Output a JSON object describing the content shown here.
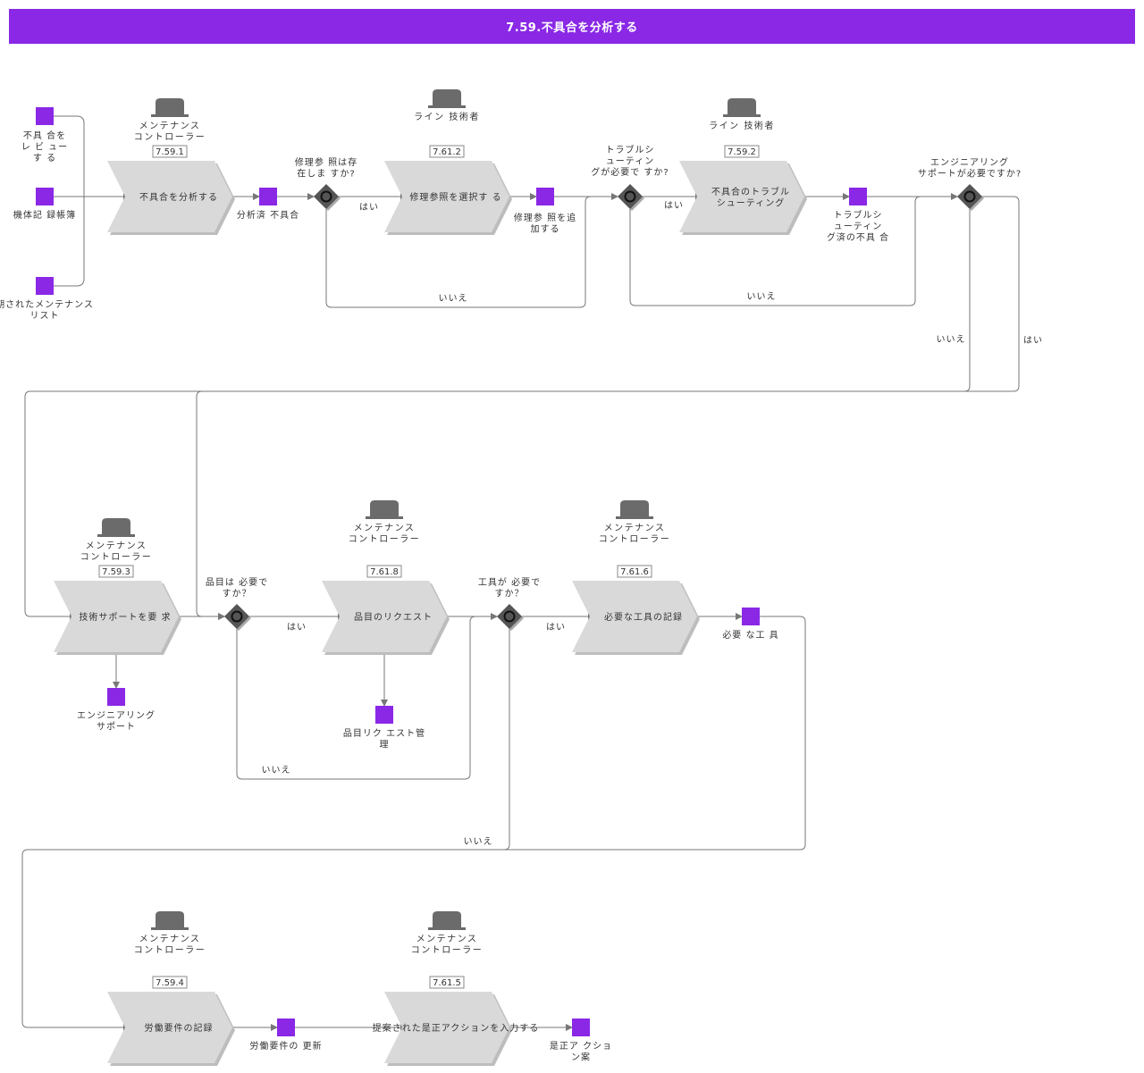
{
  "title": "7.59.不具合を分析する",
  "processes": [
    {
      "id": "p1",
      "label": "不具合を分析する",
      "code": "7.59.1",
      "role": [
        "メンテナンス",
        "コントローラー"
      ]
    },
    {
      "id": "p2",
      "label": "修理参照を選択す る",
      "code": "7.61.2",
      "role": [
        "ライン 技術者"
      ]
    },
    {
      "id": "p3",
      "label": [
        "不具合のトラブル",
        "シューティング"
      ],
      "code": "7.59.2",
      "role": [
        "ライン 技術者"
      ]
    },
    {
      "id": "p4",
      "label": "技術サポートを要 求",
      "code": "7.59.3",
      "role": [
        "メンテナンス",
        "コントローラー"
      ]
    },
    {
      "id": "p5",
      "label": "品目のリクエスト",
      "code": "7.61.8",
      "role": [
        "メンテナンス",
        "コントローラー"
      ]
    },
    {
      "id": "p6",
      "label": "必要な工具の記録",
      "code": "7.61.6",
      "role": [
        "メンテナンス",
        "コントローラー"
      ]
    },
    {
      "id": "p7",
      "label": "労働要件の記録",
      "code": "7.59.4",
      "role": [
        "メンテナンス",
        "コントローラー"
      ]
    },
    {
      "id": "p8",
      "label": "提案された是正アクションを入力する",
      "code": "7.61.5",
      "role": [
        "メンテナンス",
        "コントローラー"
      ]
    }
  ],
  "documents": [
    {
      "id": "d1",
      "label": [
        "不具 合を",
        "レ ビ ュー",
        "す る"
      ]
    },
    {
      "id": "d2",
      "label": [
        "機体記 録帳簿"
      ]
    },
    {
      "id": "d3",
      "label": [
        "期されたメンテナンス",
        "リスト"
      ]
    },
    {
      "id": "d4",
      "label": [
        "分析済 不具合"
      ]
    },
    {
      "id": "d5",
      "label": [
        "修理参 照を追",
        "加する"
      ]
    },
    {
      "id": "d6",
      "label": [
        "トラブルシ",
        "ューティン",
        "グ済の不具 合"
      ]
    },
    {
      "id": "d7",
      "label": [
        "エンジニアリング",
        "サポート"
      ]
    },
    {
      "id": "d8",
      "label": [
        "品目リク エスト管",
        "理"
      ]
    },
    {
      "id": "d9",
      "label": [
        "必要 な工 具"
      ]
    },
    {
      "id": "d10",
      "label": [
        "労働要件の 更新"
      ]
    },
    {
      "id": "d11",
      "label": [
        "是正ア クショ",
        "ン案"
      ]
    }
  ],
  "decisions": [
    {
      "id": "g1",
      "label": [
        "修理参 照は存",
        "在しま すか?"
      ]
    },
    {
      "id": "g2",
      "label": [
        "トラブルシ",
        "ューティン",
        "グが必要で すか?"
      ]
    },
    {
      "id": "g3",
      "label": [
        "エンジニアリング",
        "サポートが必要ですか?"
      ]
    },
    {
      "id": "g4",
      "label": [
        "品目は 必要で",
        "すか？"
      ]
    },
    {
      "id": "g5",
      "label": [
        "工具が 必要で",
        "すか？"
      ]
    }
  ],
  "edge_labels": {
    "yes": "はい",
    "no": "いいえ"
  },
  "colors": {
    "title_bg": "#8a28e6",
    "document": "#8a28e6",
    "process": "#d9d9d9",
    "process_shadow": "#bdbdbd",
    "gateway": "#555555",
    "line": "#777777",
    "role_icon": "#6b6b6b"
  },
  "icons": {
    "role": "role-hat-icon",
    "gateway": "xor-gateway-icon",
    "document": "document-square-icon"
  }
}
